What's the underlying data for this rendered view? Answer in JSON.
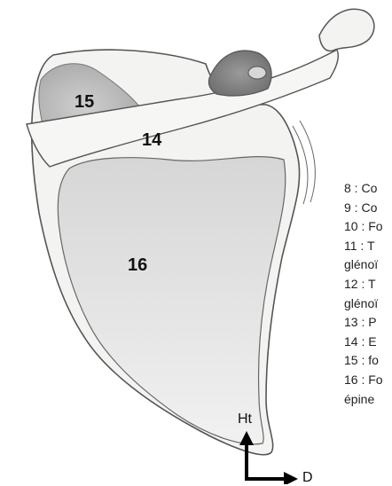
{
  "labels": {
    "n15": "15",
    "n14": "14",
    "n16": "16"
  },
  "legend": [
    "8 : Co",
    "9 : Co",
    "10 : Fo",
    "11 : T",
    "glénoï",
    "12 : T",
    "glénoï",
    "13 : P",
    "14 : E",
    "15 : fo",
    "16 : Fo",
    "épine"
  ],
  "orientation": {
    "up_label": "Ht",
    "right_label": "D"
  },
  "colors": {
    "bone_fill": "#f3f3f1",
    "bone_outline": "#555555",
    "shading": "#bdbdbd",
    "arrow": "#000000"
  }
}
